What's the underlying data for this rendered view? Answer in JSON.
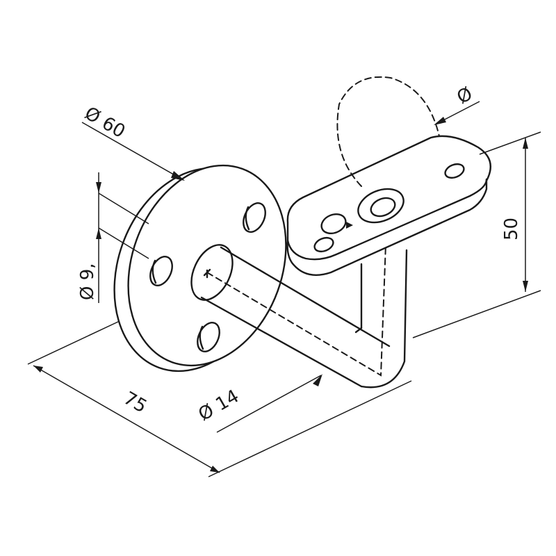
{
  "drawing": {
    "subject": "Handrail bracket with round wall plate and flat saddle",
    "colors": {
      "line": "#1a1a1a",
      "background": "#ffffff"
    }
  },
  "dimensions": {
    "plate_diameter": "Ø 60",
    "hole_diameter": "Ø 9,",
    "stem_diameter": "Ø 14",
    "projection_length": "75",
    "height": "50",
    "rail_diameter": "Ø"
  }
}
